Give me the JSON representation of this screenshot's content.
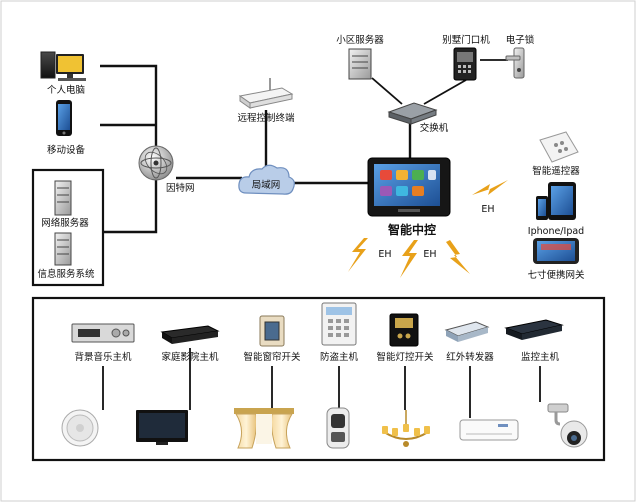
{
  "labels": {
    "pc": "个人电脑",
    "mobile": "移动设备",
    "web_server": "网络服务器",
    "info_system": "信息服务系统",
    "internet": "因特网",
    "lan": "局域网",
    "remote_terminal": "远程控制终端",
    "community_server": "小区服务器",
    "villa_gate": "别墅门口机",
    "e_lock": "电子锁",
    "switch": "交换机",
    "controller": "智能中控",
    "remote_ctrl": "智能遥控器",
    "iphone_ipad": "Iphone/Ipad",
    "gateway7": "七寸便携网关",
    "eh_right": "EH",
    "eh_left": "EH",
    "eh_mid": "EH"
  },
  "subsystems": [
    {
      "label": "背景音乐主机",
      "bottom_icon": "ceiling-speaker-icon"
    },
    {
      "label": "家庭影院主机",
      "bottom_icon": "television-icon"
    },
    {
      "label": "智能窗帘开关",
      "bottom_icon": "curtain-icon"
    },
    {
      "label": "防盗主机",
      "bottom_icon": "motion-detector-icon"
    },
    {
      "label": "智能灯控开关",
      "bottom_icon": "chandelier-icon"
    },
    {
      "label": "红外转发器",
      "bottom_icon": "air-conditioner-icon"
    },
    {
      "label": "监控主机",
      "bottom_icon": "dome-camera-icon"
    }
  ],
  "colors": {
    "frame": "#222222",
    "cloud": "#b9cde8",
    "lightning": "#e8a11a",
    "screen": "#2b6cb3"
  }
}
